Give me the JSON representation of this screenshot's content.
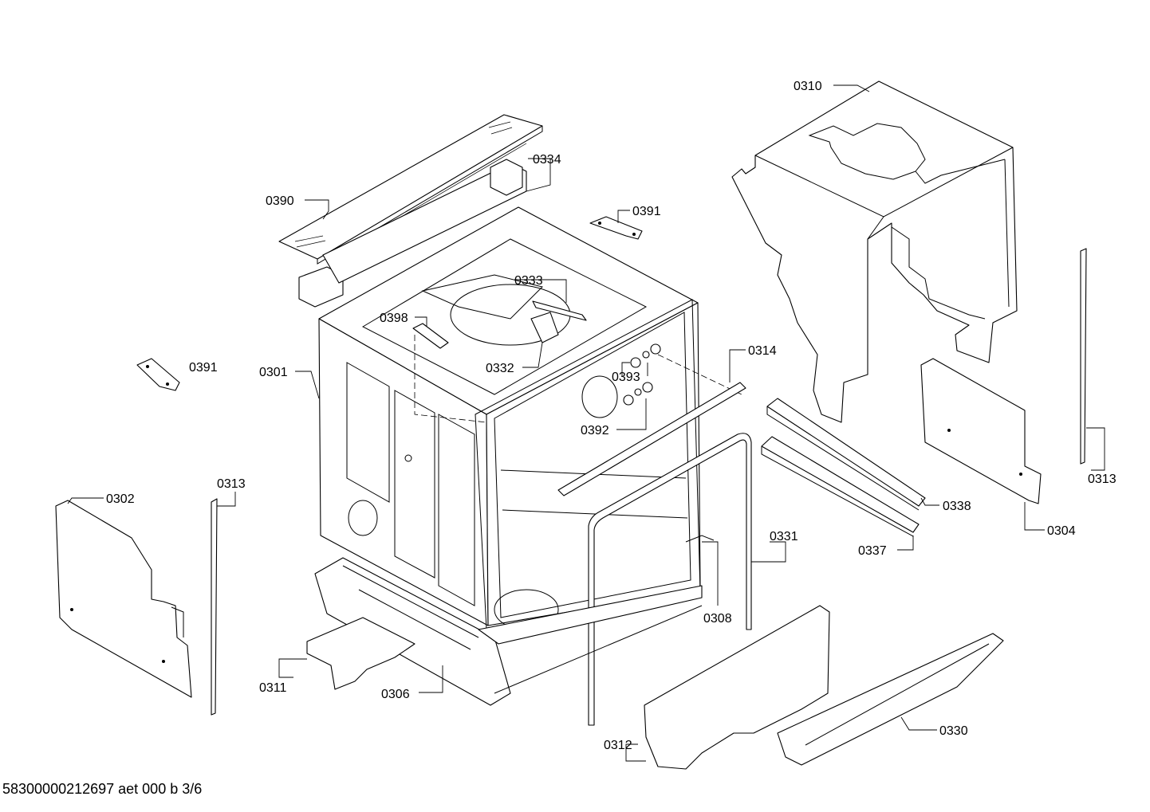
{
  "diagram": {
    "footer": "58300000212697 aet 000 b 3/6",
    "labels": {
      "p0310": "0310",
      "p0334": "0334",
      "p0390": "0390",
      "p0391a": "0391",
      "p0391b": "0391",
      "p0333": "0333",
      "p0398": "0398",
      "p0332": "0332",
      "p0314": "0314",
      "p0393": "0393",
      "p0392": "0392",
      "p0301": "0301",
      "p0302": "0302",
      "p0313a": "0313",
      "p0313b": "0313",
      "p0338": "0338",
      "p0304": "0304",
      "p0337": "0337",
      "p0331": "0331",
      "p0308": "0308",
      "p0311": "0311",
      "p0306": "0306",
      "p0312": "0312",
      "p0330": "0330"
    }
  }
}
